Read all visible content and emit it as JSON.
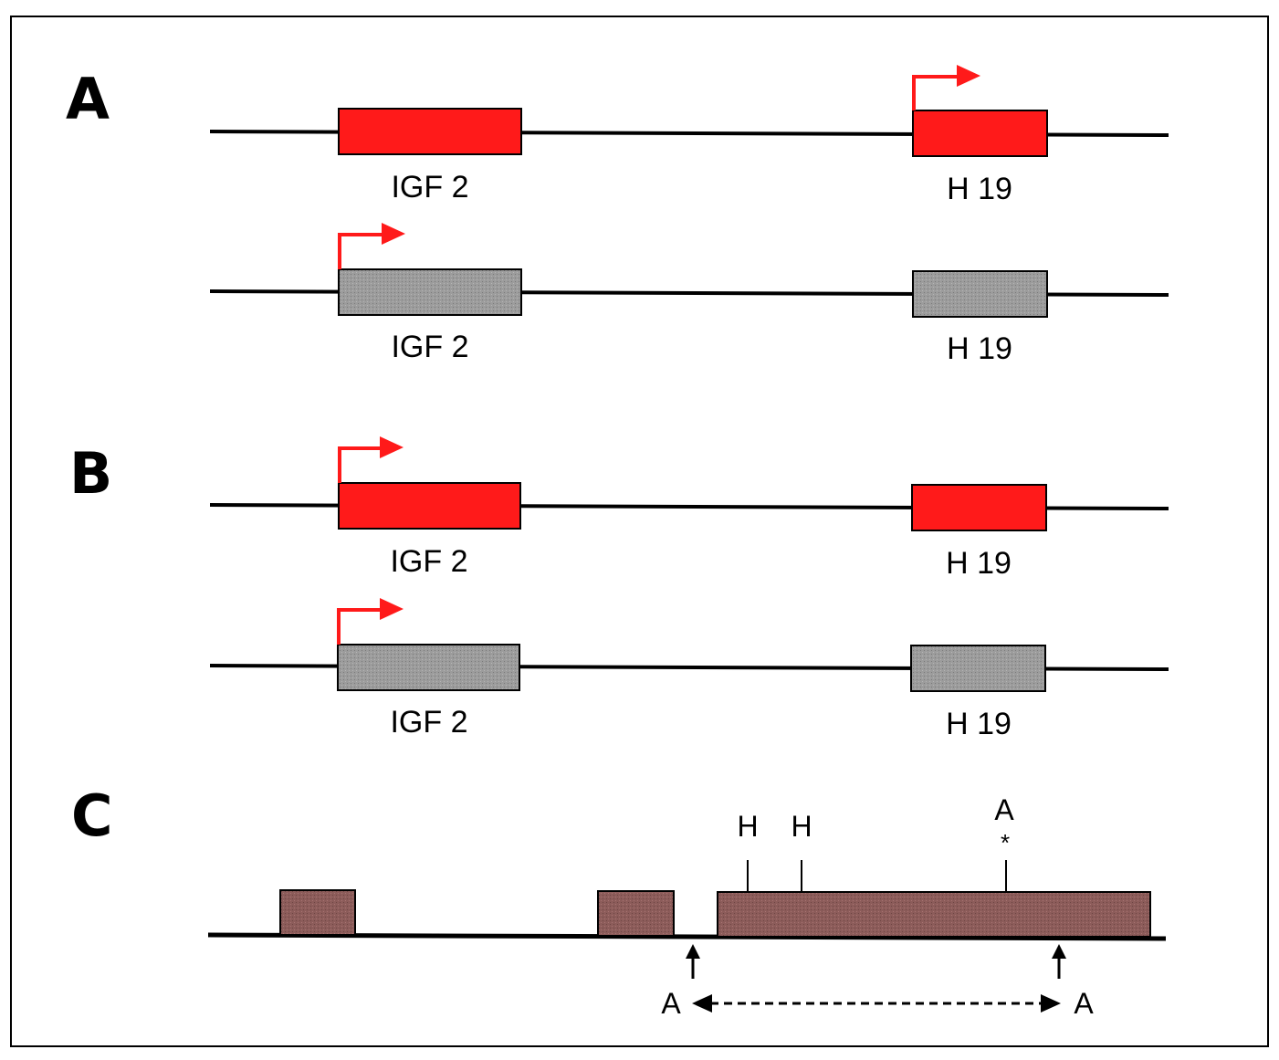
{
  "panels": {
    "A": {
      "letter": "A",
      "row1": {
        "gene1": "IGF 2",
        "gene2": "H 19"
      },
      "row2": {
        "gene1": "IGF 2",
        "gene2": "H 19"
      }
    },
    "B": {
      "letter": "B",
      "row1": {
        "gene1": "IGF 2",
        "gene2": "H 19"
      },
      "row2": {
        "gene1": "IGF 2",
        "gene2": "H 19"
      }
    },
    "C": {
      "letter": "C",
      "sites": {
        "h1": "H",
        "h2": "H",
        "a_top": "A",
        "a_star": "*",
        "a_left": "A",
        "a_right": "A"
      }
    }
  },
  "colors": {
    "active_allele": "#ff1a1a",
    "inactive_allele": "#9a9a9a",
    "exon": "#8a5a58",
    "promoter_arrow": "#ff1a1a",
    "line": "#000000"
  }
}
